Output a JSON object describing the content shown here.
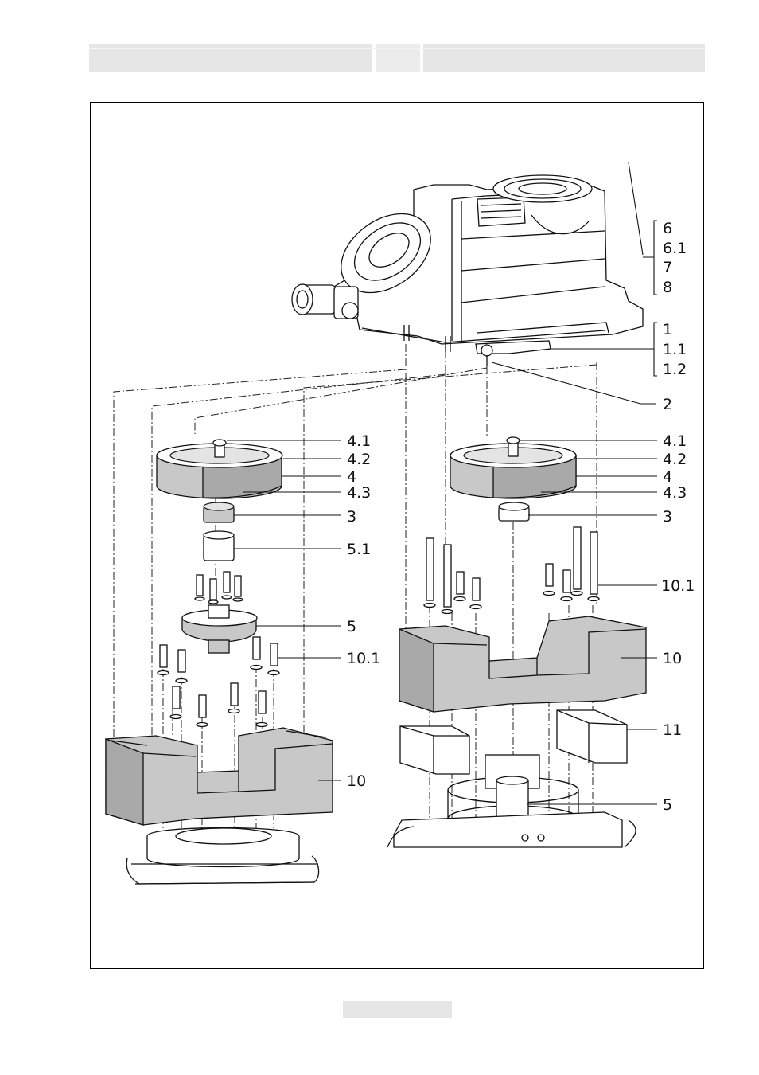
{
  "callouts": {
    "c6": "6",
    "c6_1": "6.1",
    "c7": "7",
    "c8": "8",
    "c1": "1",
    "c1_1": "1.1",
    "c1_2": "1.2",
    "c2": "2",
    "l4_1": "4.1",
    "l4_2": "4.2",
    "l4": "4",
    "l4_3": "4.3",
    "l3": "3",
    "l5_1": "5.1",
    "l5": "5",
    "l10_1": "10.1",
    "l10": "10",
    "r4_1": "4.1",
    "r4_2": "4.2",
    "r4": "4",
    "r4_3": "4.3",
    "r3": "3",
    "r10_1": "10.1",
    "r10": "10",
    "r11": "11",
    "r5": "5"
  },
  "colors": {
    "part_fill": "#c8c8c8",
    "part_dark": "#a8a8a8",
    "line": "#111111",
    "header_bar": "#e6e6e6"
  }
}
